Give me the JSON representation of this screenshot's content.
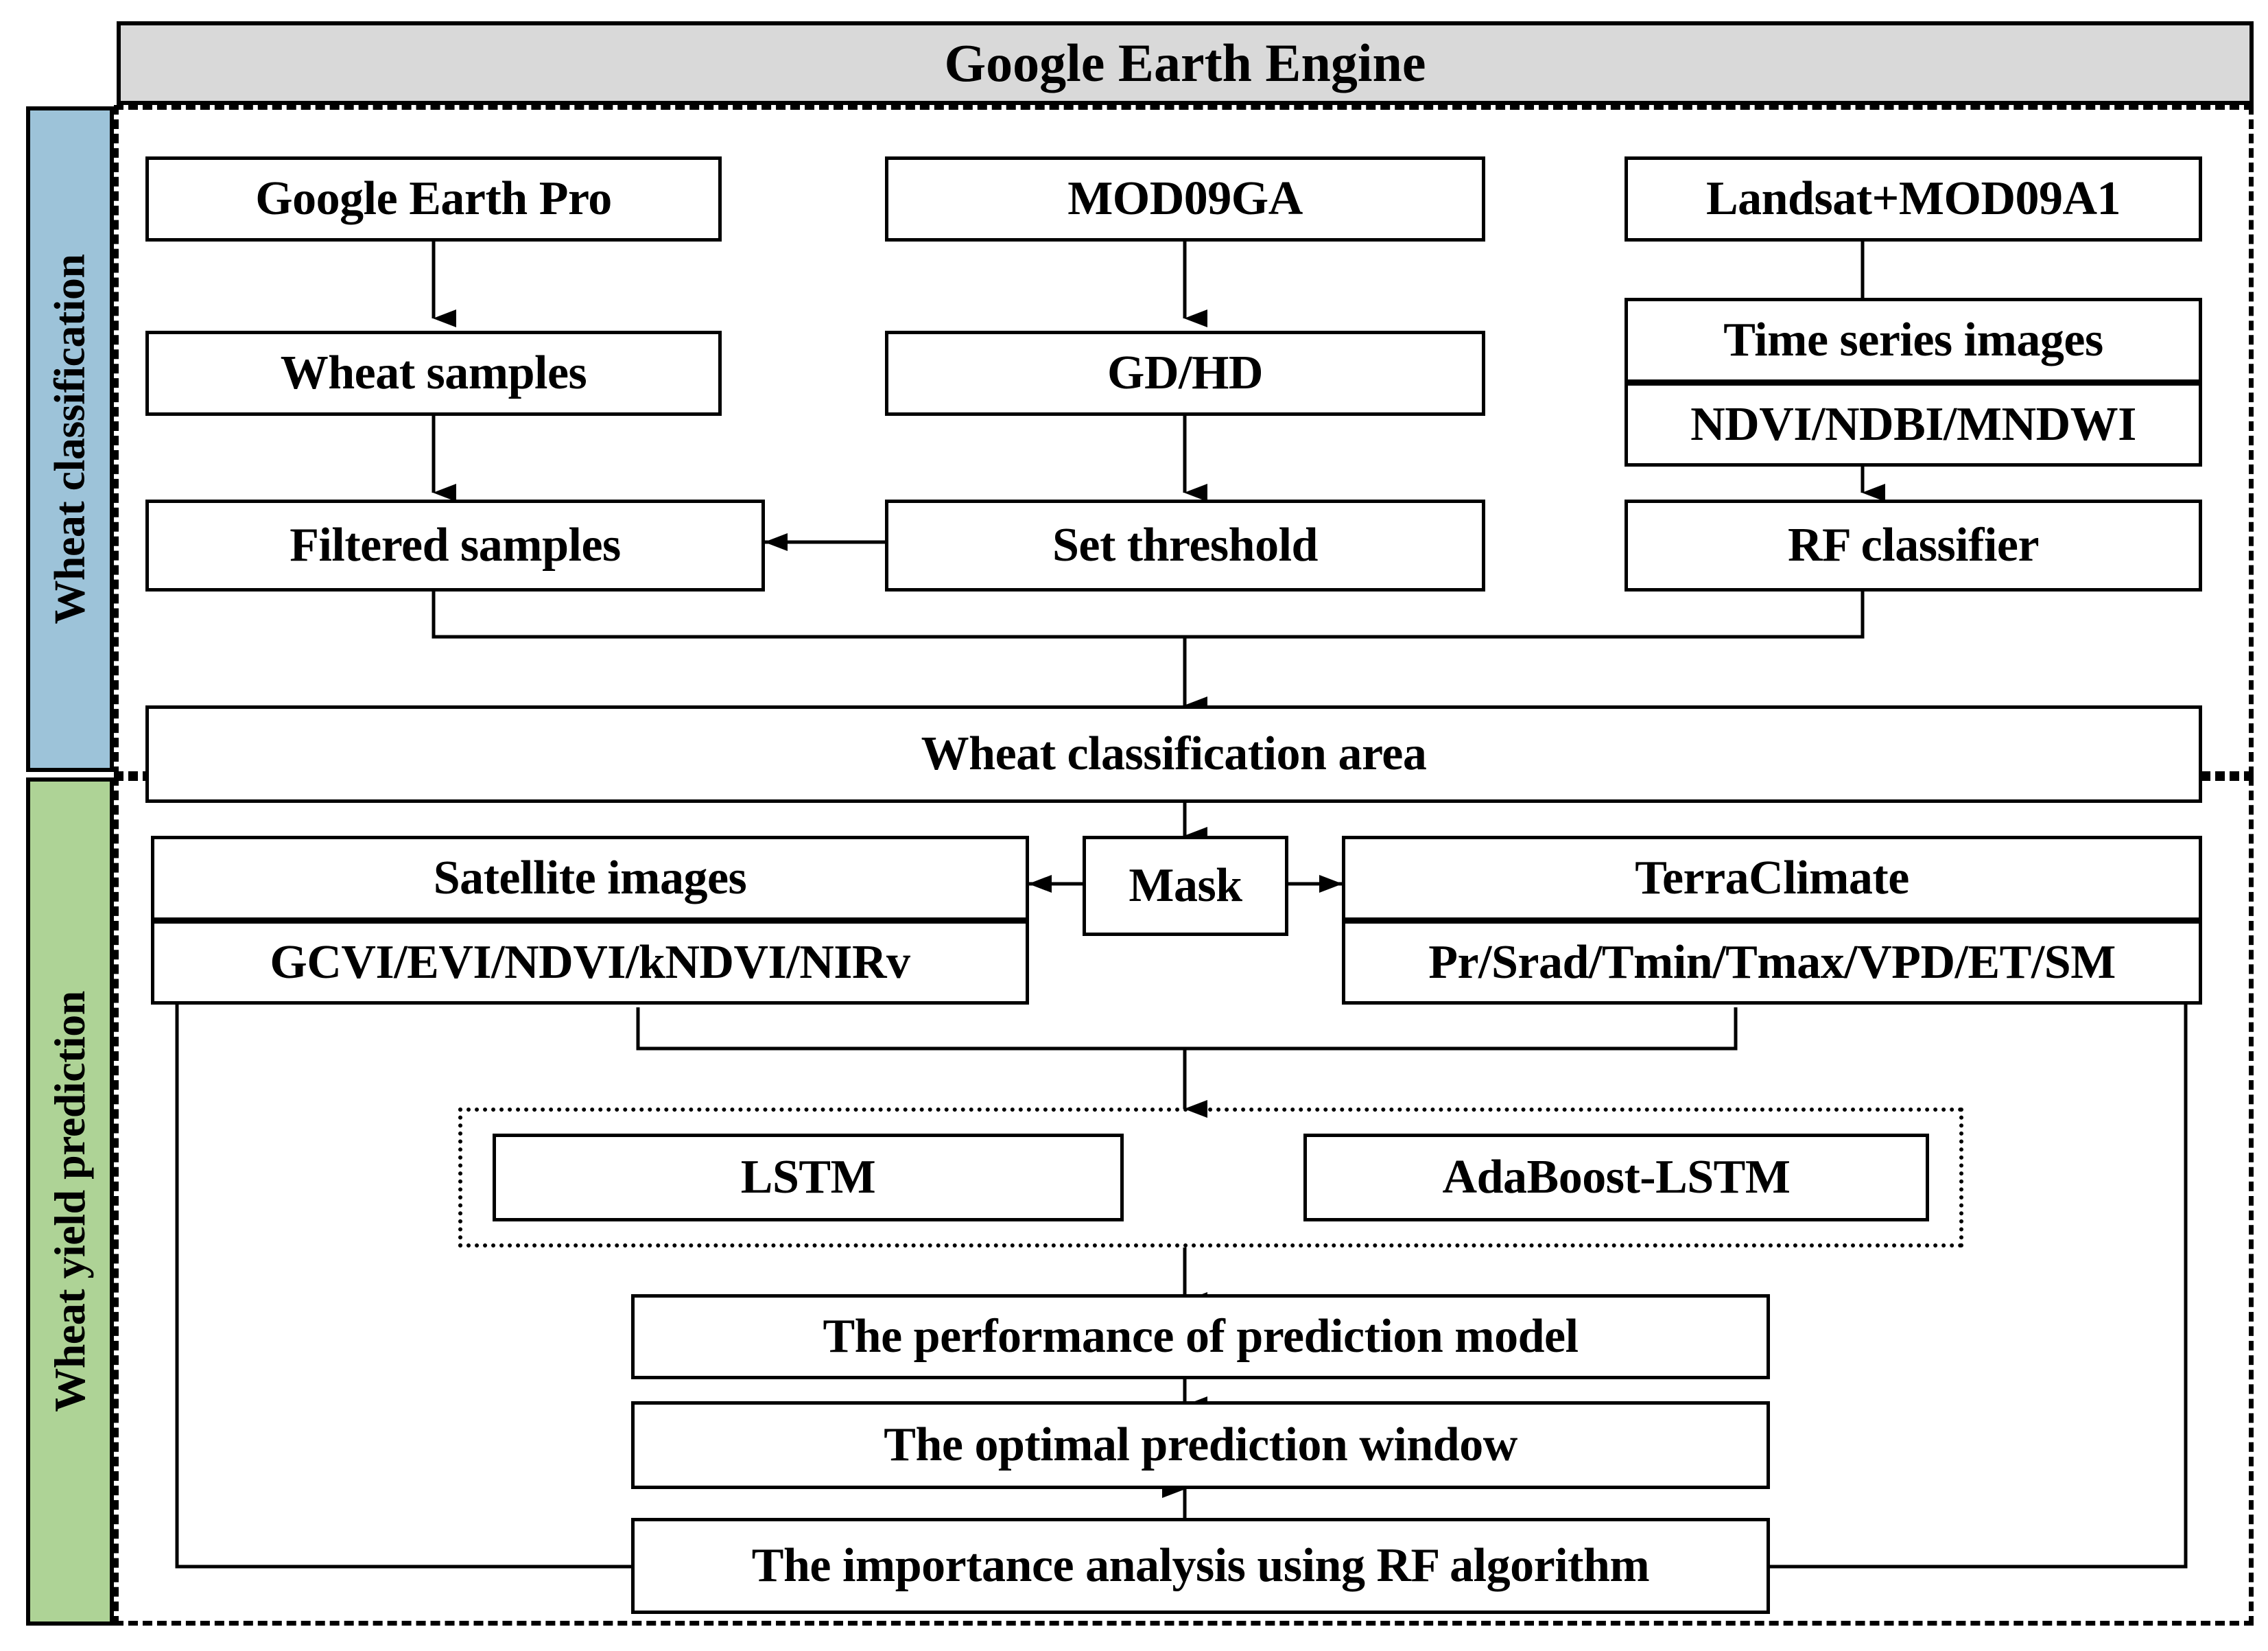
{
  "header": {
    "title": "Google Earth Engine",
    "background_color": "#d9d9d9"
  },
  "sections": [
    {
      "key": "classification",
      "label": "Wheat classification",
      "color": "#9dc3d9"
    },
    {
      "key": "prediction",
      "label": "Wheat yield prediction",
      "color": "#aed396"
    }
  ],
  "classification": {
    "nodes": {
      "google_earth_pro": "Google Earth Pro",
      "mod09ga": "MOD09GA",
      "landsat_mod09a1": "Landsat+MOD09A1",
      "wheat_samples": "Wheat samples",
      "gd_hd": "GD/HD",
      "time_series_images": "Time series images",
      "indices": "NDVI/NDBI/MNDWI",
      "filtered_samples": "Filtered samples",
      "set_threshold": "Set threshold",
      "rf_classifier": "RF classifier",
      "wheat_classification_area": "Wheat classification area"
    }
  },
  "prediction": {
    "nodes": {
      "satellite_images": "Satellite images",
      "satellite_indices": "GCVI/EVI/NDVI/kNDVI/NIRv",
      "mask": "Mask",
      "terraclimate": "TerraClimate",
      "climate_vars": "Pr/Srad/Tmin/Tmax/VPD/ET/SM",
      "lstm": "LSTM",
      "adaboost_lstm": "AdaBoost-LSTM",
      "performance": "The performance of prediction model",
      "optimal_window": "The optimal prediction window",
      "importance": "The importance analysis using RF algorithm"
    }
  },
  "colors": {
    "stroke": "#000000",
    "box_fill": "#ffffff",
    "header_fill": "#d9d9d9",
    "classification_rail": "#9dc3d9",
    "prediction_rail": "#aed396"
  }
}
